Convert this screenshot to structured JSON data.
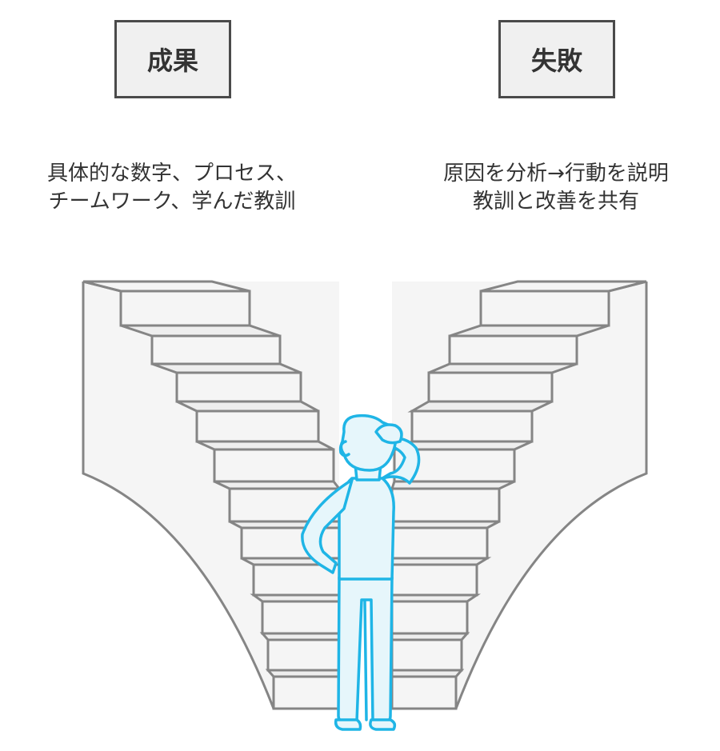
{
  "left": {
    "title": "成果",
    "description_lines": [
      "具体的な数字、プロセス、",
      "チームワーク、学んだ教訓"
    ]
  },
  "right": {
    "title": "失敗",
    "description_lines": [
      "原因を分析→行動を説明",
      "教訓と改善を共有"
    ]
  },
  "colors": {
    "stair_fill": "#f5f5f5",
    "stair_stroke": "#858585",
    "box_fill": "#f0f0f0",
    "box_stroke": "#4a4a4a",
    "person_fill": "#e6f6fb",
    "person_stroke": "#1fb5e6"
  },
  "icons": [
    "left-staircase",
    "right-staircase",
    "thinking-person-icon"
  ]
}
